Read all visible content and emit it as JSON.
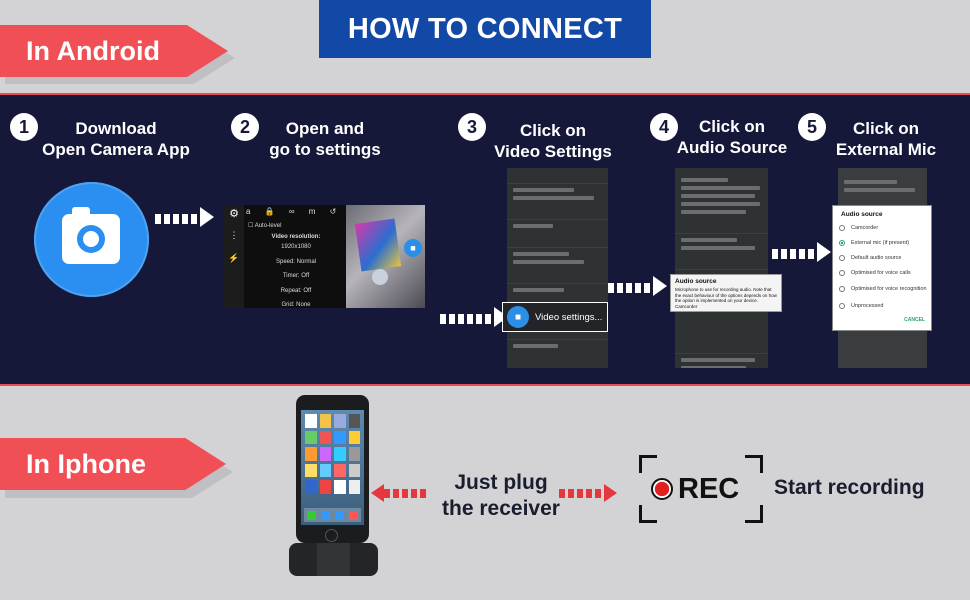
{
  "header": {
    "title": "HOW TO CONNECT"
  },
  "android": {
    "tag": "In Android",
    "steps": [
      {
        "num": "1",
        "line1": "Download",
        "line2": "Open Camera App"
      },
      {
        "num": "2",
        "line1": "Open and",
        "line2": "go to settings"
      },
      {
        "num": "3",
        "line1": "Click on",
        "line2": "Video Settings"
      },
      {
        "num": "4",
        "line1": "Click on",
        "line2": "Audio Source"
      },
      {
        "num": "5",
        "line1": "Click on",
        "line2": "External Mic"
      }
    ],
    "camera_settings": {
      "auto_level": "Auto-level",
      "video_resolution_label": "Video resolution:",
      "video_resolution": "1920x1080",
      "speed": "Speed: Normal",
      "timer": "Timer: Off",
      "repeat": "Repeat: Off",
      "grid": "Grid: None"
    },
    "video_settings_button": "Video settings...",
    "audio_source_popup": {
      "title": "Audio source",
      "description": "Microphone to use for recording audio. Note that the exact behaviour of the options depends on how the option is implemented on your device.",
      "current": "Camcorder"
    },
    "audio_source_dialog": {
      "title": "Audio source",
      "options": [
        "Camcorder",
        "External mic (if present)",
        "Default audio source",
        "Optimised for voice calls",
        "Optimised for voice recognition",
        "Unprocessed"
      ],
      "selected_index": 1,
      "cancel": "CANCEL"
    }
  },
  "iphone": {
    "tag": "In Iphone",
    "plug_text_line1": "Just plug",
    "plug_text_line2": "the receiver",
    "rec_label": "REC",
    "start_text": "Start recording"
  }
}
